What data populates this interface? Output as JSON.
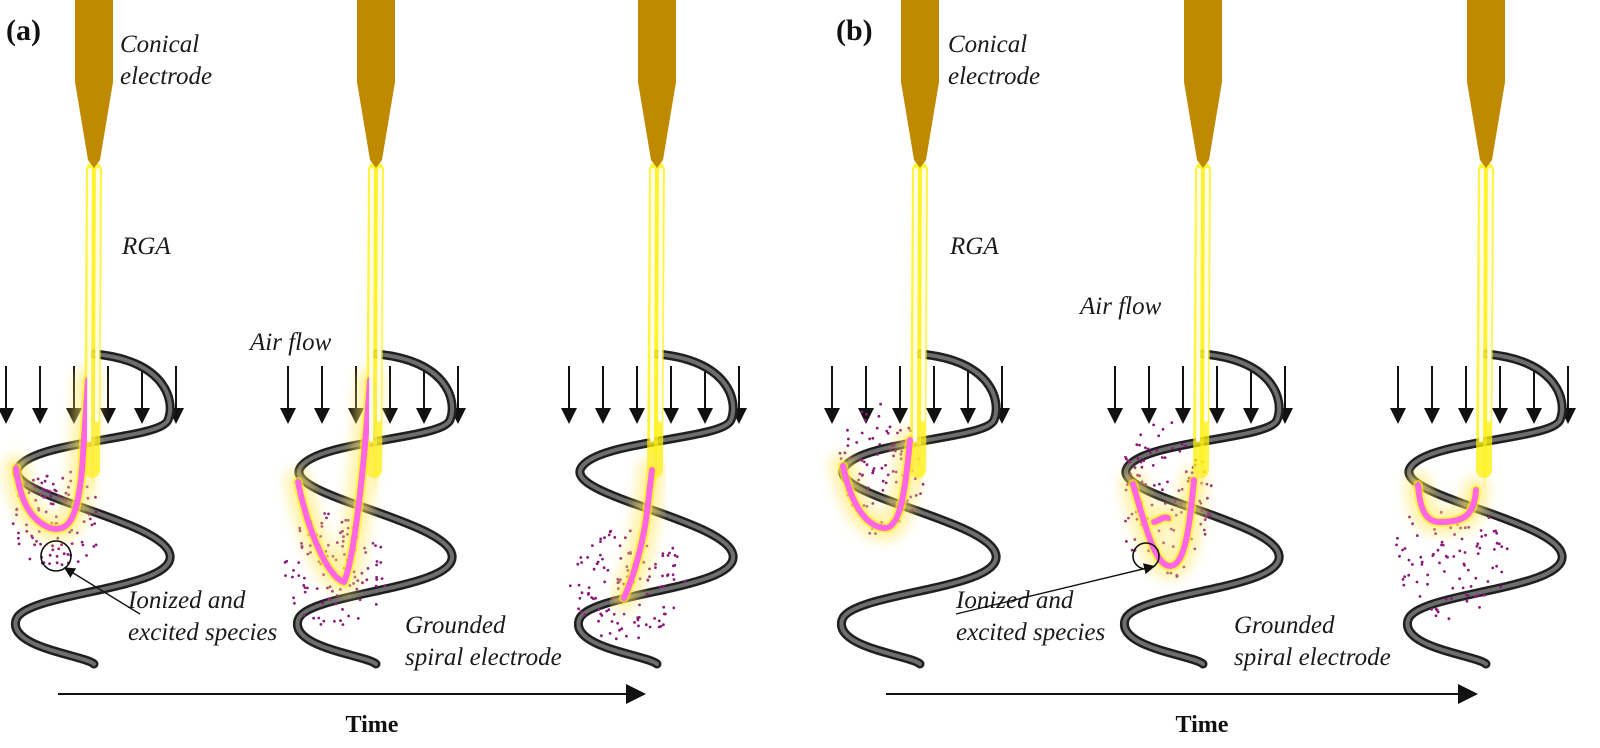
{
  "panels": [
    {
      "id": "a",
      "label": "(a)",
      "conical_electrode_label": [
        "Conical",
        "electrode"
      ],
      "rga_label": "RGA",
      "air_flow_label": "Air flow",
      "species_label": [
        "Ionized and",
        "excited species"
      ],
      "spiral_label": [
        "Grounded",
        "spiral electrode"
      ],
      "time_label": "Time"
    },
    {
      "id": "b",
      "label": "(b)",
      "conical_electrode_label": [
        "Conical",
        "electrode"
      ],
      "rga_label": "RGA",
      "air_flow_label": "Air flow",
      "species_label": [
        "Ionized and",
        "excited species"
      ],
      "spiral_label": [
        "Grounded",
        "spiral electrode"
      ],
      "time_label": "Time"
    }
  ],
  "colors": {
    "electrode": "#bf8a00",
    "spiral": "#3a3a3a",
    "rga_glow": "#fff200",
    "arc": "#ff66e6",
    "species_dots": "#8a1a7a"
  }
}
